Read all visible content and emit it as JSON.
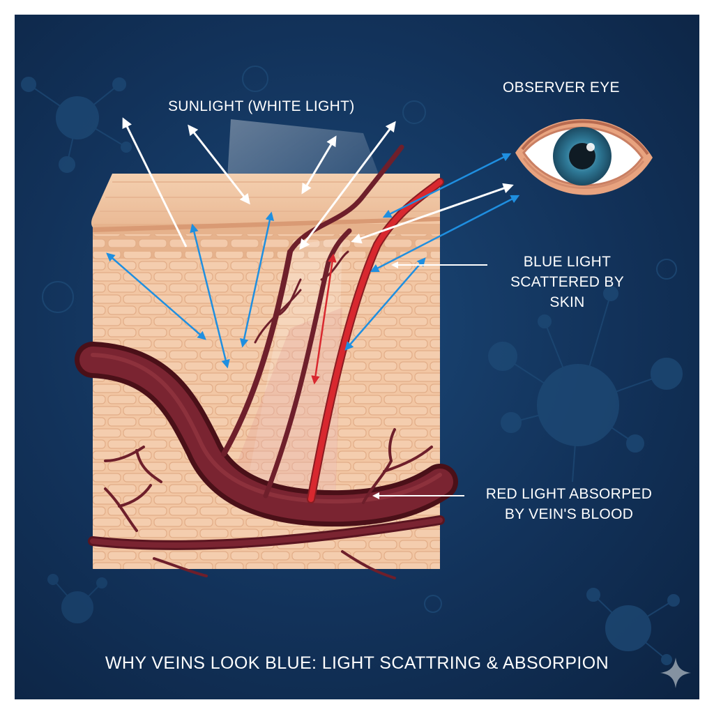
{
  "labels": {
    "sunlight": "SUNLIGHT (WHITE LIGHT)",
    "observer": "OBSERVER EYE",
    "blue_light": "BLUE LIGHT SCATTERED BY SKIN",
    "red_light": "RED LIGHT ABSORPED BY VEIN'S BLOOD",
    "title": "WHY VEINS LOOK BLUE: LIGHT SCATTRING & ABSORPION"
  },
  "colors": {
    "background": "#12325a",
    "skin": "#f2c6a3",
    "skin_grid": "#e4b18d",
    "vein": "#6e1f2b",
    "vein_dark": "#4a1018",
    "artery": "#d8282f",
    "blue_ray": "#1f8fe0",
    "white_ray": "#ffffff",
    "iris": "#2f7a98"
  },
  "icons": [
    "eye-icon",
    "sparkle-icon",
    "molecule-icon"
  ]
}
